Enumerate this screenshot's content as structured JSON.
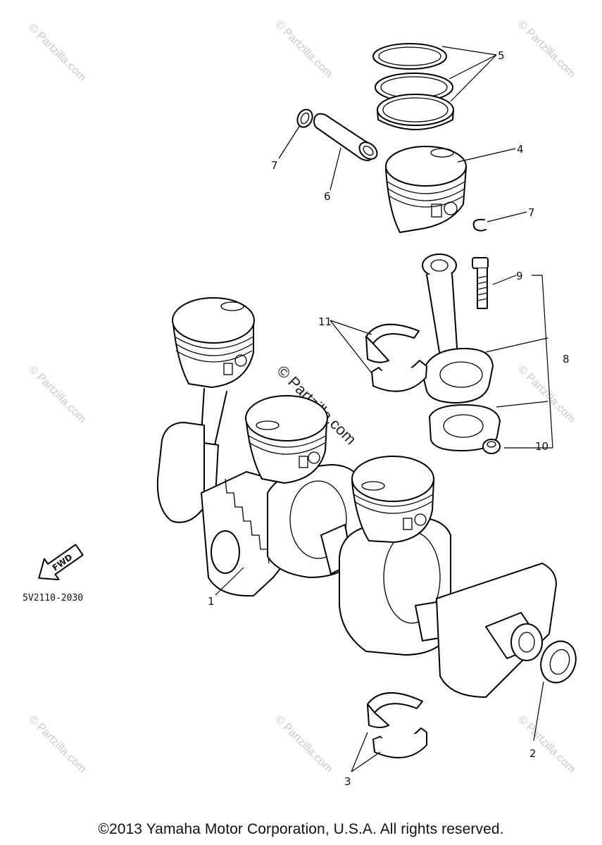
{
  "diagram": {
    "callouts": [
      {
        "id": "1",
        "text": "1"
      },
      {
        "id": "2",
        "text": "2"
      },
      {
        "id": "3",
        "text": "3"
      },
      {
        "id": "4",
        "text": "4"
      },
      {
        "id": "5",
        "text": "5"
      },
      {
        "id": "6",
        "text": "6"
      },
      {
        "id": "7a",
        "text": "7"
      },
      {
        "id": "7b",
        "text": "7"
      },
      {
        "id": "8",
        "text": "8"
      },
      {
        "id": "9",
        "text": "9"
      },
      {
        "id": "10",
        "text": "10"
      },
      {
        "id": "11",
        "text": "11"
      }
    ],
    "fwd_label": "FWD",
    "diagram_code": "5V2110-2030",
    "watermark_text": "© Partzilla.com",
    "center_watermark": "© Partzilla.com"
  },
  "footer": {
    "copyright": "©2013 Yamaha Motor Corporation, U.S.A. All rights reserved."
  }
}
